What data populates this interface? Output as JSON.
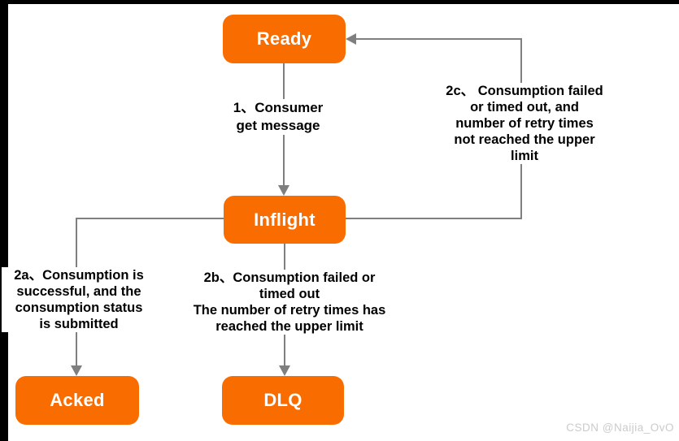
{
  "diagram": {
    "nodes": {
      "ready": "Ready",
      "inflight": "Inflight",
      "acked": "Acked",
      "dlq": "DLQ"
    },
    "edge_labels": {
      "consume": {
        "lines": [
          "1、Consumer",
          "get message"
        ]
      },
      "ack": {
        "lines": [
          "2a、Consumption is",
          "successful, and the",
          "consumption status",
          "is submitted"
        ]
      },
      "to_dlq": {
        "lines": [
          "2b、Consumption failed or",
          "timed out",
          "The number of retry times has",
          "reached the upper limit"
        ]
      },
      "retry": {
        "lines": [
          "2c、 Consumption failed",
          "or timed out, and",
          "number of retry times",
          "not reached the upper",
          "limit"
        ]
      }
    },
    "colors": {
      "node_fill": "#F96D00",
      "node_text": "#FFFFFF",
      "connector": "#7F7F7F",
      "label_text": "#000000",
      "watermark": "#CBCBCB",
      "background": "#FFFFFF",
      "frame": "#000000"
    },
    "watermark": "CSDN @Naijia_OvO"
  }
}
